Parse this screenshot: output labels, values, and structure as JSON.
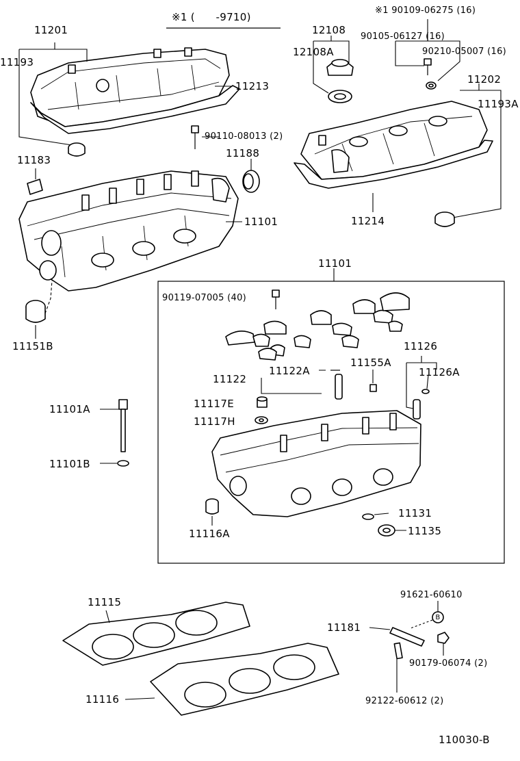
{
  "labels": {
    "note_header": "※1 (　　-9710)",
    "p11201": "11201",
    "p11193": "11193",
    "p11213": "11213",
    "p12108": "12108",
    "p12108a": "12108A",
    "b90109": "※1 90109-06275 (16)",
    "b90105": "90105-06127 (16)",
    "b90210": "90210-05007 (16)",
    "p11202": "11202",
    "p11193a": "11193A",
    "b90110": "90110-08013 (2)",
    "p11188": "11188",
    "p11183": "11183",
    "p11101_top": "11101",
    "p11214": "11214",
    "p11101_box": "11101",
    "b90119": "90119-07005 (40)",
    "p11126": "11126",
    "p11155a": "11155A",
    "p11126a": "11126A",
    "p11122": "11122",
    "p11122a": "11122A",
    "p11151b": "11151B",
    "p11101a": "11101A",
    "p11117e": "11117E",
    "p11117h": "11117H",
    "p11101b": "11101B",
    "p11116a": "11116A",
    "p11131": "11131",
    "p11135": "11135",
    "p11115": "11115",
    "b91621": "91621-60610",
    "p11181": "11181",
    "b90179": "90179-06074 (2)",
    "p11116": "11116",
    "b92122": "92122-60612 (2)",
    "marker_b": "B",
    "figure_id": "110030-B"
  }
}
